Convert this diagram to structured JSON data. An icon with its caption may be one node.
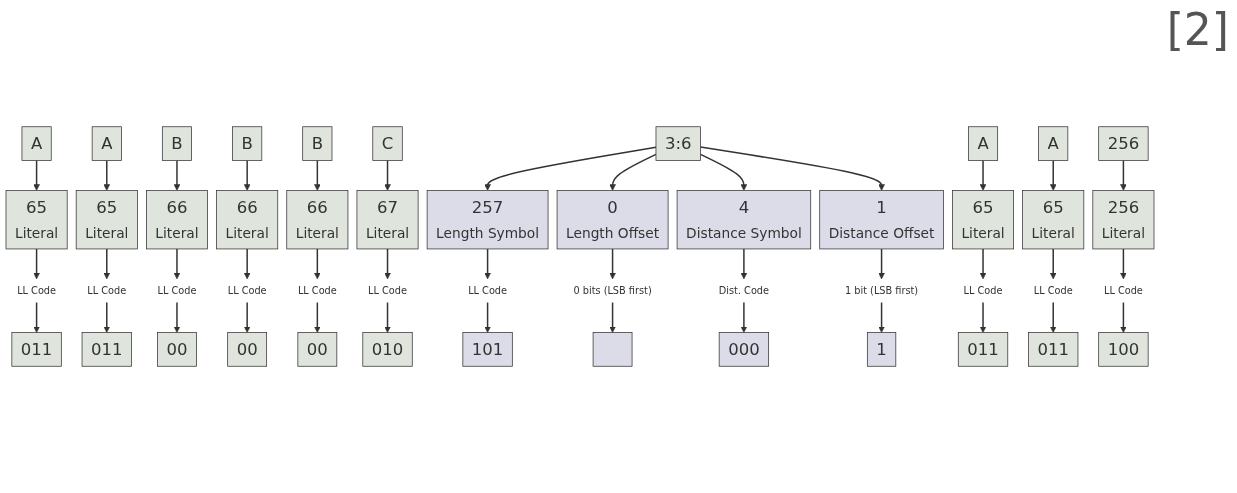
{
  "diagram": {
    "nodes": [
      {
        "text": [
          "A"
        ]
      },
      {
        "text": [
          "A"
        ]
      },
      {
        "text": [
          "B"
        ]
      },
      {
        "text": [
          "B"
        ]
      },
      {
        "text": [
          "B"
        ]
      },
      {
        "text": [
          "C"
        ]
      },
      {
        "text": [
          "3:6"
        ]
      },
      {
        "text": [
          "A"
        ]
      },
      {
        "text": [
          "A"
        ]
      },
      {
        "text": [
          "256"
        ]
      },
      {
        "text": [
          "65",
          "Literal"
        ]
      },
      {
        "text": [
          "65",
          "Literal"
        ]
      },
      {
        "text": [
          "66",
          "Literal"
        ]
      },
      {
        "text": [
          "66",
          "Literal"
        ]
      },
      {
        "text": [
          "66",
          "Literal"
        ]
      },
      {
        "text": [
          "67",
          "Literal"
        ]
      },
      {
        "text": [
          "257",
          "Length Symbol"
        ]
      },
      {
        "text": [
          "0",
          "Length Offset"
        ]
      },
      {
        "text": [
          "4",
          "Distance Symbol"
        ]
      },
      {
        "text": [
          "1",
          "Distance Offset"
        ]
      },
      {
        "text": [
          "65",
          "Literal"
        ]
      },
      {
        "text": [
          "65",
          "Literal"
        ]
      },
      {
        "text": [
          "256",
          "Literal"
        ]
      },
      {
        "text": [
          "LL Code"
        ]
      },
      {
        "text": [
          "LL Code"
        ]
      },
      {
        "text": [
          "LL Code"
        ]
      },
      {
        "text": [
          "LL Code"
        ]
      },
      {
        "text": [
          "LL Code"
        ]
      },
      {
        "text": [
          "LL Code"
        ]
      },
      {
        "text": [
          "LL Code"
        ]
      },
      {
        "text": [
          "0 bits (LSB first)"
        ]
      },
      {
        "text": [
          "Dist. Code"
        ]
      },
      {
        "text": [
          "1 bit (LSB first)"
        ]
      },
      {
        "text": [
          "LL Code"
        ]
      },
      {
        "text": [
          "LL Code"
        ]
      },
      {
        "text": [
          "LL Code"
        ]
      },
      {
        "text": [
          "011"
        ]
      },
      {
        "text": [
          "011"
        ]
      },
      {
        "text": [
          "00"
        ]
      },
      {
        "text": [
          "00"
        ]
      },
      {
        "text": [
          "00"
        ]
      },
      {
        "text": [
          "010"
        ]
      },
      {
        "text": [
          "101"
        ]
      },
      {
        "text": [],
        "shape": "box"
      },
      {
        "text": [
          "000"
        ]
      },
      {
        "text": [
          "1"
        ]
      },
      {
        "text": [
          "011"
        ]
      },
      {
        "text": [
          "011"
        ]
      },
      {
        "text": [
          "100"
        ]
      }
    ],
    "edges": [
      {
        "from": 0,
        "to": 10,
        "arrow": "to"
      },
      {
        "from": 1,
        "to": 11,
        "arrow": "to"
      },
      {
        "from": 2,
        "to": 12,
        "arrow": "to"
      },
      {
        "from": 3,
        "to": 13,
        "arrow": "to"
      },
      {
        "from": 4,
        "to": 14,
        "arrow": "to"
      },
      {
        "from": 5,
        "to": 15,
        "arrow": "to"
      },
      {
        "from": 6,
        "to": 16,
        "arrow": "to"
      },
      {
        "from": 6,
        "to": 17,
        "arrow": "to"
      },
      {
        "from": 6,
        "to": 18,
        "arrow": "to"
      },
      {
        "from": 6,
        "to": 19,
        "arrow": "to"
      },
      {
        "from": 7,
        "to": 20,
        "arrow": "to"
      },
      {
        "from": 8,
        "to": 21,
        "arrow": "to"
      },
      {
        "from": 9,
        "to": 22,
        "arrow": "to"
      },
      {
        "from": 10,
        "to": 23,
        "arrow": "to"
      },
      {
        "from": 11,
        "to": 24,
        "arrow": "to"
      },
      {
        "from": 12,
        "to": 25,
        "arrow": "to"
      },
      {
        "from": 13,
        "to": 26,
        "arrow": "to"
      },
      {
        "from": 14,
        "to": 27,
        "arrow": "to"
      },
      {
        "from": 15,
        "to": 28,
        "arrow": "to"
      },
      {
        "from": 16,
        "to": 29,
        "arrow": "to"
      },
      {
        "from": 17,
        "to": 30,
        "arrow": "to"
      },
      {
        "from": 18,
        "to": 31,
        "arrow": "to"
      },
      {
        "from": 19,
        "to": 32,
        "arrow": "to"
      },
      {
        "from": 20,
        "to": 33,
        "arrow": "to"
      },
      {
        "from": 21,
        "to": 34,
        "arrow": "to"
      },
      {
        "from": 22,
        "to": 35,
        "arrow": "to"
      },
      {
        "from": 23,
        "to": 36,
        "arrow": "to"
      },
      {
        "from": 24,
        "to": 37,
        "arrow": "to"
      },
      {
        "from": 25,
        "to": 38,
        "arrow": "to"
      },
      {
        "from": 26,
        "to": 39,
        "arrow": "to"
      },
      {
        "from": 27,
        "to": 40,
        "arrow": "to"
      },
      {
        "from": 28,
        "to": 41,
        "arrow": "to"
      },
      {
        "from": 29,
        "to": 42,
        "arrow": "to"
      },
      {
        "from": 30,
        "to": 43,
        "arrow": "to"
      },
      {
        "from": 31,
        "to": 44,
        "arrow": "to"
      },
      {
        "from": 32,
        "to": 45,
        "arrow": "to"
      },
      {
        "from": 33,
        "to": 46,
        "arrow": "to"
      },
      {
        "from": 34,
        "to": 47,
        "arrow": "to"
      },
      {
        "from": 35,
        "to": 48,
        "arrow": "to"
      }
    ],
    "labels": [
      "[2]"
    ]
  }
}
